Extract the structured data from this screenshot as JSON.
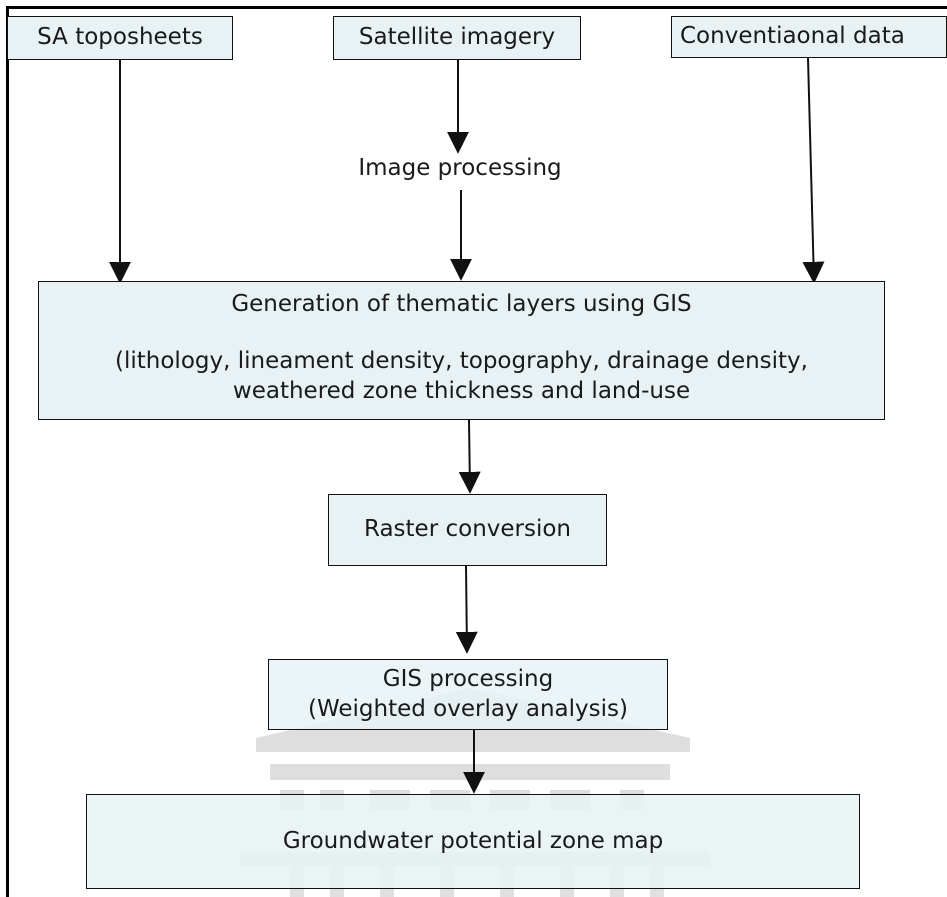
{
  "source_sa_toposheets": "SA toposheets",
  "source_satellite_imagery": "Satellite imagery",
  "source_conventional_data": "Conventiaonal data",
  "step_image_processing": "Image processing",
  "step_thematic_title": "Generation of thematic layers using GIS",
  "step_thematic_line1": "(lithology, lineament density, topography, drainage density,",
  "step_thematic_line2": "weathered zone thickness and land-use",
  "step_raster": "Raster conversion",
  "step_gis_line1": "GIS processing",
  "step_gis_line2": "(Weighted overlay analysis)",
  "step_output": "Groundwater potential zone map",
  "colors": {
    "box_fill": "#e8f2f4",
    "stroke": "#111111",
    "watermark": "#cfcfcf"
  }
}
